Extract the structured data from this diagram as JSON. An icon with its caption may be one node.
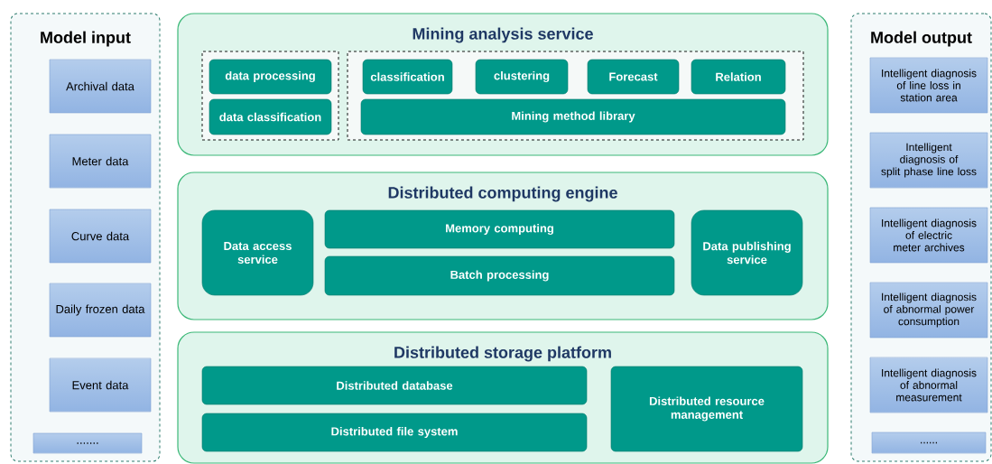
{
  "diagram": {
    "nodes": [
      {
        "text": [
          "Model input"
        ]
      },
      {
        "text": [
          "Archival data"
        ],
        "in": 0
      },
      {
        "text": [
          "Meter data"
        ],
        "in": 0
      },
      {
        "text": [
          "Curve data"
        ],
        "in": 0
      },
      {
        "text": [
          "Daily frozen data"
        ],
        "in": 0
      },
      {
        "text": [
          "Event data"
        ],
        "in": 0
      },
      {
        "text": [
          "......."
        ],
        "in": 0
      },
      {
        "text": [
          "Mining analysis service"
        ]
      },
      {
        "text": [],
        "shape": "box",
        "in": 7
      },
      {
        "text": [
          "data processing"
        ],
        "in": 8
      },
      {
        "text": [
          "data classification"
        ],
        "in": 8
      },
      {
        "text": [],
        "shape": "box",
        "in": 7
      },
      {
        "text": [
          "classification"
        ],
        "in": 11
      },
      {
        "text": [
          "clustering"
        ],
        "in": 11
      },
      {
        "text": [
          "Forecast"
        ],
        "in": 11
      },
      {
        "text": [
          "Relation"
        ],
        "in": 11
      },
      {
        "text": [
          "Mining method library"
        ],
        "in": 11
      },
      {
        "text": [
          "Distributed computing engine"
        ]
      },
      {
        "text": [
          "Data access service"
        ],
        "in": 17
      },
      {
        "text": [
          "Memory computing"
        ],
        "in": 17
      },
      {
        "text": [
          "Batch processing"
        ],
        "in": 17
      },
      {
        "text": [
          "Data publishing service"
        ],
        "in": 17
      },
      {
        "text": [
          "Distributed storage platform"
        ]
      },
      {
        "text": [
          "Distributed database"
        ],
        "in": 22
      },
      {
        "text": [
          "Distributed file system"
        ],
        "in": 22
      },
      {
        "text": [
          "Distributed resource management"
        ],
        "in": 22
      },
      {
        "text": [
          "Model output"
        ]
      },
      {
        "text": [
          "Intelligent diagnosis of line loss in station area"
        ],
        "in": 26
      },
      {
        "text": [
          "Intelligent diagnosis of split phase line loss"
        ],
        "in": 26
      },
      {
        "text": [
          "Intelligent diagnosis of electric meter archives"
        ],
        "in": 26
      },
      {
        "text": [
          "Intelligent diagnosis of abnormal power consumption"
        ],
        "in": 26
      },
      {
        "text": [
          "Intelligent diagnosis of abnormal measurement"
        ],
        "in": 26
      },
      {
        "text": [
          "......"
        ],
        "in": 26
      }
    ]
  }
}
